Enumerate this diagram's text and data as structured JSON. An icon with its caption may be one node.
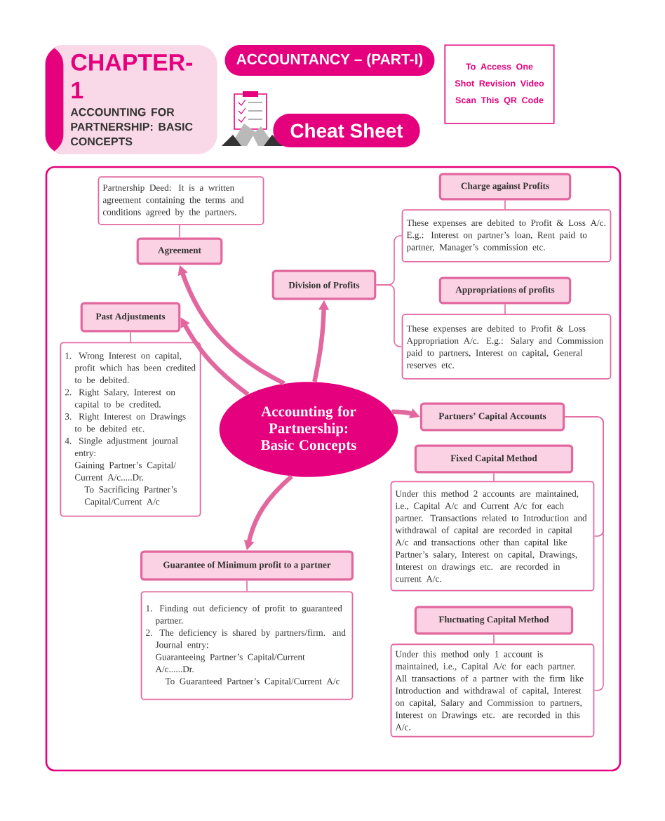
{
  "diagram": {
    "nodes": [
      {
        "text": [
          "CHAPTER-1",
          "ACCOUNTING FOR PARTNERSHIP: BASIC CONCEPTS"
        ]
      },
      {
        "text": [
          "ACCOUNTANCY – (PART-I)"
        ]
      },
      {
        "text": [
          "Cheat Sheet"
        ]
      },
      {
        "text": [
          "To Access One Shot Revision Video Scan This QR Code"
        ]
      },
      {
        "text": [
          "Partnership Deed: It is a written agreement containing the terms and conditions agreed by the partners."
        ]
      },
      {
        "text": [
          "Agreement"
        ]
      },
      {
        "text": [
          "Past Adjustments"
        ]
      },
      {
        "text": [
          "1. Wrong Interest on capital, profit which has been credited to be debited.",
          "2. Right Salary, Interest on capital to be credited.",
          "3. Right Interest on Drawings to be debited etc.",
          "4. Single adjustment journal entry:",
          "Gaining Partner’s Capital/ Current A/c.....Dr.",
          "To Sacrificing Partner’s Capital/Current A/c"
        ]
      },
      {
        "text": [
          "Division of Profits"
        ]
      },
      {
        "text": [
          "Charge against Profits"
        ]
      },
      {
        "text": [
          "These expenses are debited to Profit & Loss A/c. E.g.: Interest on partner’s loan, Rent paid to partner, Manager’s commission etc."
        ]
      },
      {
        "text": [
          "Appropriations of profits"
        ]
      },
      {
        "text": [
          "These expenses are debited to Profit & Loss Appropriation A/c. E.g.: Salary and Commission paid to partners, Interest on capital, General reserves etc."
        ]
      },
      {
        "text": [
          "Accounting for Partnership: Basic Concepts"
        ]
      },
      {
        "text": [
          "Partners’ Capital Accounts"
        ]
      },
      {
        "text": [
          "Fixed Capital Method"
        ]
      },
      {
        "text": [
          "Under this method 2 accounts are maintained, i.e., Capital A/c and Current A/c for each partner. Transactions related to Introduction and withdrawal of capital are recorded in capital A/c and transactions other than capital like Partner’s salary, Interest on capital, Drawings, Interest on drawings etc. are recorded in current A/c."
        ]
      },
      {
        "text": [
          "Fluctuating Capital Method"
        ]
      },
      {
        "text": [
          "Under this method only 1 account is maintained, i.e., Capital A/c for each partner. All transactions of a partner with the firm like Introduction and withdrawal of capital, Interest on capital, Salary and Commission to partners, Interest on Drawings etc. are recorded in this A/c."
        ]
      },
      {
        "text": [
          "Guarantee of Minimum profit to a partner"
        ]
      },
      {
        "text": [
          "1. Finding out deficiency of profit to guaranteed partner.",
          "2. The deficiency is shared by partners/firm. and Journal entry:",
          "Guaranteeing Partner’s Capital/Current A/c......Dr.",
          "To Guaranteed Partner’s Capital/Current A/c"
        ]
      }
    ],
    "edges": [
      {
        "from": 13,
        "to": 5,
        "arrow": "to",
        "style": "thick"
      },
      {
        "from": 13,
        "to": 6,
        "arrow": "to",
        "style": "thick"
      },
      {
        "from": 13,
        "to": 8,
        "arrow": "to",
        "style": "thick"
      },
      {
        "from": 13,
        "to": 14,
        "arrow": "to",
        "style": "thick"
      },
      {
        "from": 13,
        "to": 19,
        "arrow": "to",
        "style": "thick"
      },
      {
        "from": 5,
        "to": 4,
        "arrow": "none"
      },
      {
        "from": 6,
        "to": 7,
        "arrow": "none"
      },
      {
        "from": 8,
        "to": 10,
        "arrow": "none"
      },
      {
        "from": 8,
        "to": 12,
        "arrow": "none"
      },
      {
        "from": 9,
        "to": 10,
        "arrow": "none"
      },
      {
        "from": 11,
        "to": 12,
        "arrow": "none"
      },
      {
        "from": 14,
        "to": 16,
        "arrow": "none"
      },
      {
        "from": 14,
        "to": 18,
        "arrow": "none"
      },
      {
        "from": 15,
        "to": 16,
        "arrow": "none"
      },
      {
        "from": 17,
        "to": 18,
        "arrow": "none"
      },
      {
        "from": 19,
        "to": 20,
        "arrow": "none"
      }
    ]
  }
}
